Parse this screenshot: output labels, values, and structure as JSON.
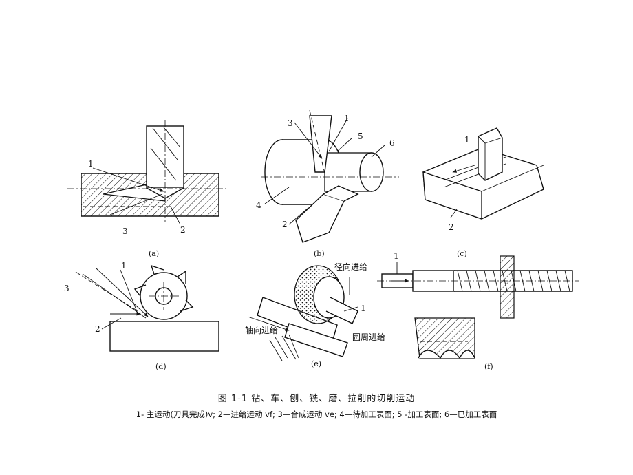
{
  "figure": {
    "title": "图 1-1    钻、车、刨、铣、磨、拉削的切削运动",
    "legend": "1- 主运动(刀具完成)v; 2—进给运动 vf; 3—合成运动 ve; 4—待加工表面; 5 -加工表面; 6—已加工表面"
  },
  "panels": {
    "a": {
      "sub": "(a)",
      "n1": "1",
      "n2": "2",
      "n3": "3"
    },
    "b": {
      "sub": "(b)",
      "n1": "1",
      "n2": "2",
      "n3": "3",
      "n4": "4",
      "n5": "5",
      "n6": "6"
    },
    "c": {
      "sub": "(c)",
      "n1": "1",
      "n2": "2"
    },
    "d": {
      "sub": "(d)",
      "n1": "1",
      "n2": "2",
      "n3": "3"
    },
    "e": {
      "sub": "(e)",
      "n1": "1",
      "radial": "径向进给",
      "axial": "轴向进给",
      "circ": "圆周进给"
    },
    "f": {
      "sub": "(f)",
      "n1": "1"
    }
  },
  "colors": {
    "ink": "#111111",
    "paper": "#ffffff"
  }
}
